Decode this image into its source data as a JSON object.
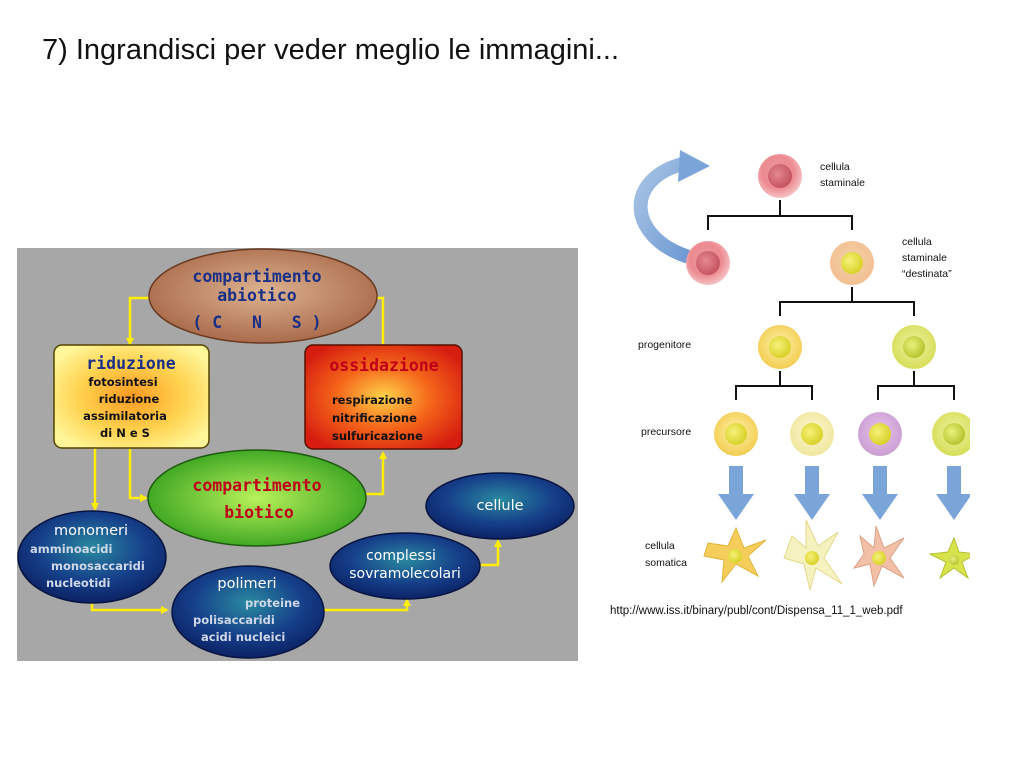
{
  "slide": {
    "title": "7) Ingrandisci per veder meglio le immagini..."
  },
  "cycle_diagram": {
    "abiotic": {
      "line1": "compartimento",
      "line2": "abiotico",
      "line3": "( C   N   S )"
    },
    "reduction": {
      "title": "riduzione",
      "lines": [
        "fotosintesi",
        "riduzione",
        "assimilatoria",
        "di N e S"
      ]
    },
    "oxidation": {
      "title": "ossidazione",
      "lines": [
        "respirazione",
        "nitrificazione",
        "sulfuricazione"
      ]
    },
    "biotic": {
      "line1": "compartimento",
      "line2": "biotico"
    },
    "monomers": {
      "title": "monomeri",
      "lines": [
        "amminoacidi",
        "monosaccaridi",
        "nucleotidi"
      ]
    },
    "polymers": {
      "title": "polimeri",
      "lines": [
        "proteine",
        "polisaccaridi",
        "acidi nucleici"
      ]
    },
    "complexes": {
      "line1": "complessi",
      "line2": "sovramolecolari"
    },
    "cells": {
      "title": "cellule"
    }
  },
  "stem_cell_diagram": {
    "labels": {
      "stem_cell": [
        "cellula",
        "staminale"
      ],
      "committed_stem_cell": [
        "cellula",
        "staminale",
        "“destinata”"
      ],
      "progenitor": "progenitore",
      "precursor": "precursore",
      "somatic_cell": [
        "cellula",
        "somatica"
      ]
    },
    "source_url": "http://www.iss.it/binary/publ/cont/Dispensa_11_1_web.pdf"
  },
  "colors": {
    "diagram_background": "#a7a7a7",
    "arrow_yellow": "#ffee00",
    "title_red": "#c0001a",
    "title_blue": "#1a2f86",
    "arrow_blue": "#7ba5d8"
  }
}
